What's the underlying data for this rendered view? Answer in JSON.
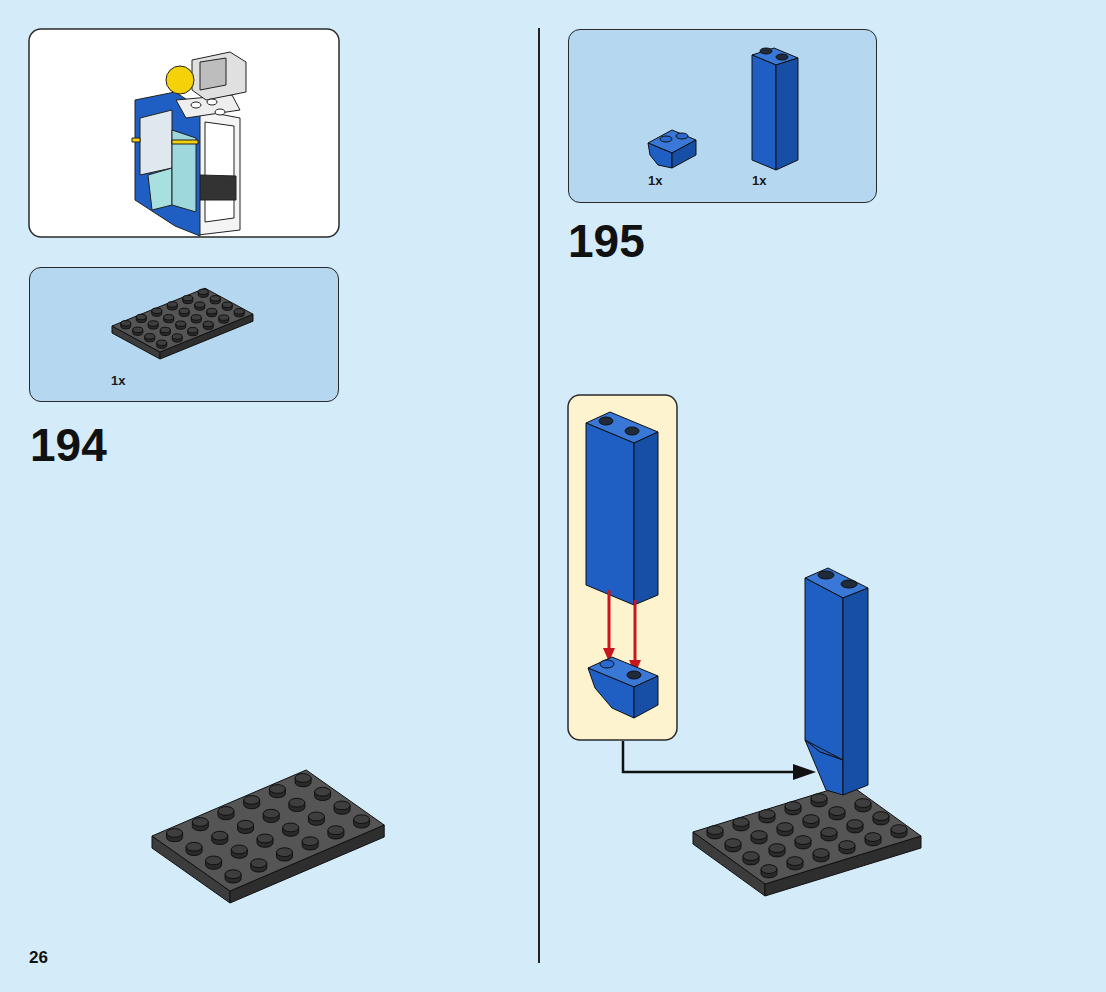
{
  "diagram": {
    "nodes": [
      {
        "text": [
          "1x"
        ]
      },
      {
        "text": [
          "1x",
          "1x"
        ]
      }
    ],
    "labels": [
      "194",
      "195",
      "26"
    ]
  }
}
